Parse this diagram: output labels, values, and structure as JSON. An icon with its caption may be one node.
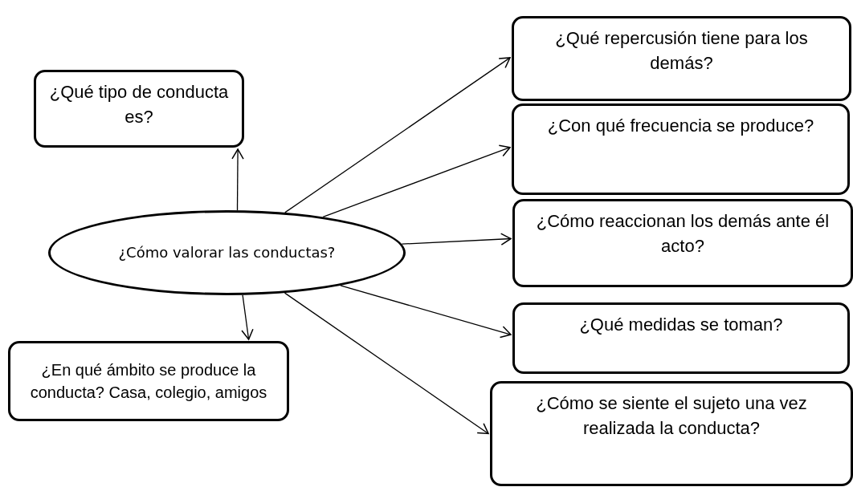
{
  "diagram": {
    "nodes": [
      {
        "text": [
          "¿Cómo valorar las conductas?"
        ]
      },
      {
        "text": [
          "¿Qué tipo de conducta es?"
        ]
      },
      {
        "text": [
          "¿En qué ámbito se produce la conducta? Casa, colegio, amigos"
        ]
      },
      {
        "text": [
          "¿Qué repercusión tiene para los demás?"
        ]
      },
      {
        "text": [
          "¿Con qué frecuencia se produce?"
        ]
      },
      {
        "text": [
          "¿Cómo reaccionan los demás ante él acto?"
        ]
      },
      {
        "text": [
          "¿Qué medidas se toman?"
        ]
      },
      {
        "text": [
          "¿Cómo se siente el sujeto una vez realizada la conducta?"
        ]
      }
    ],
    "edges": [
      {
        "from": 0,
        "to": 1,
        "arrow": "to"
      },
      {
        "from": 0,
        "to": 2,
        "arrow": "to"
      },
      {
        "from": 0,
        "to": 3,
        "arrow": "to"
      },
      {
        "from": 0,
        "to": 4,
        "arrow": "to"
      },
      {
        "from": 0,
        "to": 5,
        "arrow": "to"
      },
      {
        "from": 0,
        "to": 6,
        "arrow": "to"
      },
      {
        "from": 0,
        "to": 7,
        "arrow": "to"
      }
    ]
  }
}
